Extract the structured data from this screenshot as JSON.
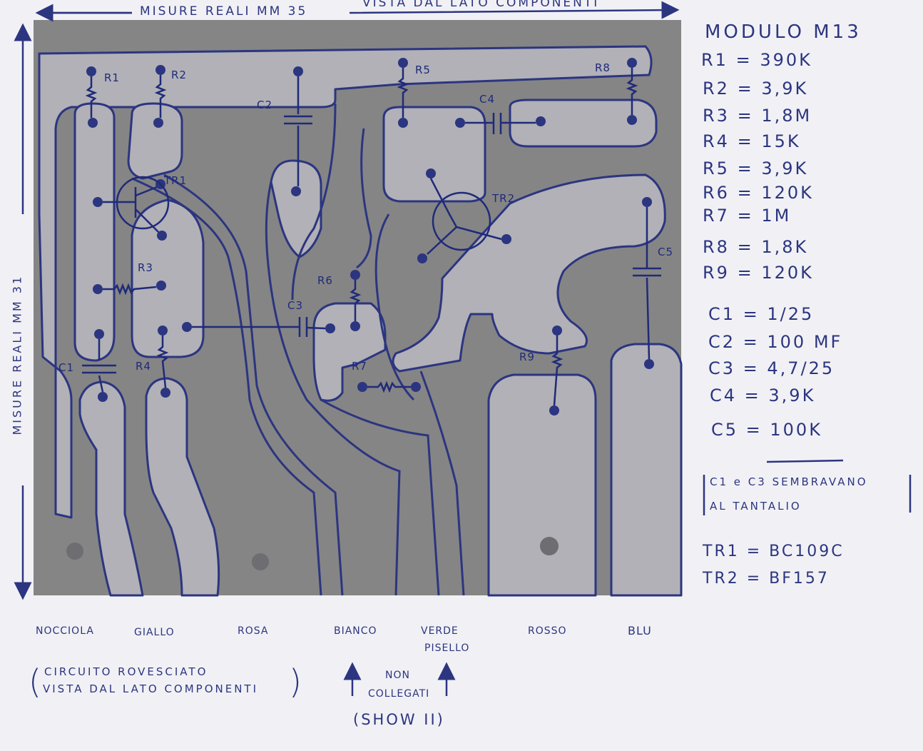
{
  "top_dimension": {
    "left": "MISURE REALI MM 35",
    "right": "VISTA DAL LATO COMPONENTI"
  },
  "side_dimension": "MISURE REALI MM 31",
  "module_title": "MODULO M13",
  "specs": [
    "R1 = 390K",
    "R2 = 3,9K",
    "R3 = 1,8M",
    "R4 = 15K",
    "R5 = 3,9K",
    "R6 = 120K",
    "R7 = 1M",
    "R8 = 1,8K",
    "R9 = 120K",
    "C1 = 1/25",
    "C2 = 100 MF",
    "C3 = 4,7/25",
    "C4 = 3,9K",
    "C5 = 100K"
  ],
  "tantalum_note": {
    "line1": "C1 e C3 SEMBRAVANO",
    "line2": "AL TANTALIO"
  },
  "transistors": [
    "TR1 = BC109C",
    "TR2 = BF157"
  ],
  "component_labels": {
    "r1": "R1",
    "r2": "R2",
    "r3": "R3",
    "r4": "R4",
    "r5": "R5",
    "r6": "R6",
    "r7": "R7",
    "r8": "R8",
    "r9": "R9",
    "c1": "C1",
    "c2": "C2",
    "c3": "C3",
    "c4": "C4",
    "c5": "C5",
    "tr1": "TR1",
    "tr2": "TR2"
  },
  "wire_colors": {
    "nocciola": "NOCCIOLA",
    "giallo": "GIALLO",
    "rosa": "ROSA",
    "bianco": "BIANCO",
    "verde1": "VERDE",
    "verde2": "PISELLO",
    "rosso": "ROSSO",
    "blu": "BLU"
  },
  "circuit_note": {
    "line1": "CIRCUITO ROVESCIATO",
    "line2": "VISTA DAL LATO COMPONENTI"
  },
  "not_connected": {
    "line1": "NON",
    "line2": "COLLEGATI",
    "show": "(SHOW II)"
  },
  "colors": {
    "ink": "#2c3580",
    "copper": "#a9aab0",
    "board": "#858585"
  }
}
